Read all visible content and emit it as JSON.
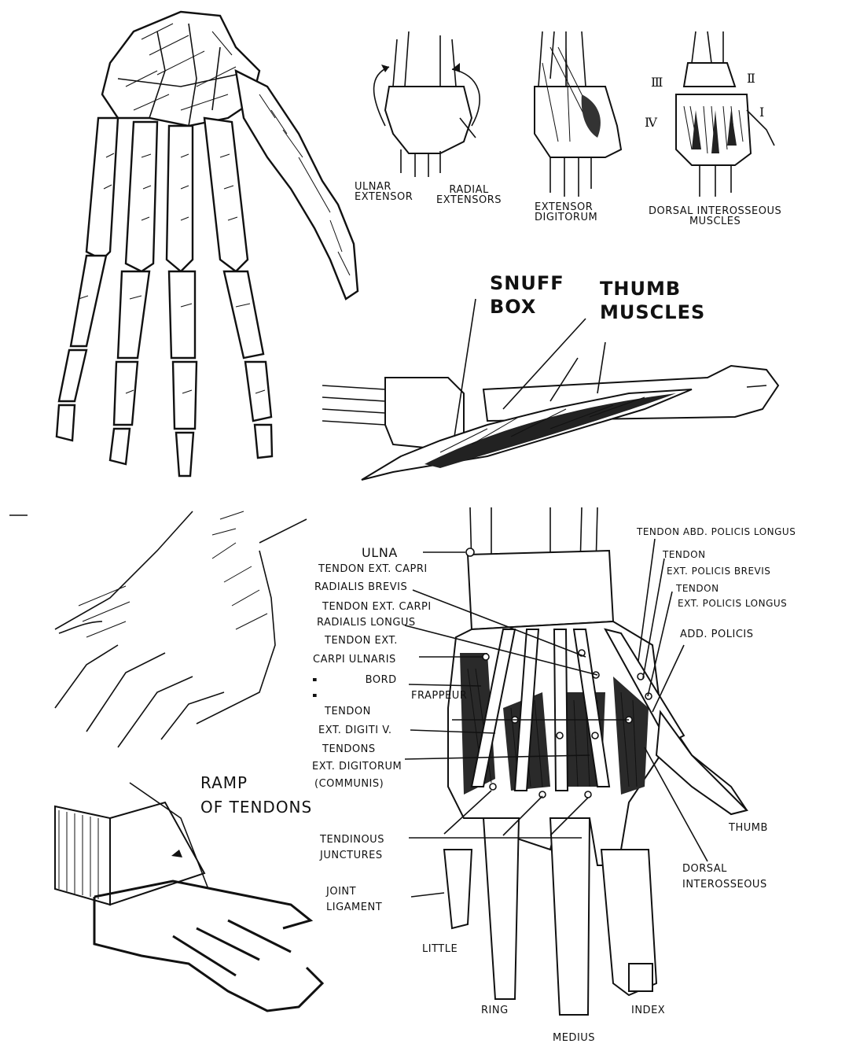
{
  "labels": {
    "ulnar_extensor": "Ulnar\nExtensor",
    "radial_extensors": "Radial\nExtensors",
    "extensor_digitorum": "Extensor\nDigitorum",
    "dorsal_interosseous_muscles": "Dorsal Interosseous\nMuscles",
    "roman_III": "Ⅲ",
    "roman_II": "Ⅱ",
    "roman_IV": "Ⅳ",
    "roman_I": "Ⅰ",
    "snuff_box": "Snuff\nBox",
    "thumb_muscles": "Thumb\nMuscles",
    "ulna": "Ulna",
    "tendon_ext_carpi_radialis_brevis_1": "Tendon Ext. Capri",
    "tendon_ext_carpi_radialis_brevis_2": "Radialis Brevis",
    "tendon_ext_carpi_radialis_longus_1": "Tendon Ext. Carpi",
    "tendon_ext_carpi_radialis_longus_2": "Radialis Longus",
    "tendon_ext_carpi_ulnaris_1": "Tendon Ext.",
    "tendon_ext_carpi_ulnaris_2": "Carpi Ulnaris",
    "bord": "Bord",
    "frappeur": "Frappeur",
    "tendon_ext_digiti_v_1": "Tendon",
    "tendon_ext_digiti_v_2": "Ext. Digiti V.",
    "tendons_ext_digitorum_1": "Tendons",
    "tendons_ext_digitorum_2": "Ext. Digitorum",
    "tendons_ext_digitorum_3": "(Communis)",
    "tendinous_junctures": "Tendinous\nJunctures",
    "joint_ligament": "Joint\nLigament",
    "little": "Little",
    "ring": "Ring",
    "medius": "Medius",
    "index": "Index",
    "thumb": "Thumb",
    "dorsal_interosseous": "Dorsal\nInterosseous",
    "tendon_abd_policis_longus": "Tendon Abd. Policis Longus",
    "tendon_ext_policis_brevis_1": "Tendon",
    "tendon_ext_policis_brevis_2": "Ext. Policis Brevis",
    "tendon_ext_policis_longus_1": "Tendon",
    "tendon_ext_policis_longus_2": "Ext. Policis Longus",
    "add_policis": "Add. Policis",
    "ramp_of_tendons": "Ramp\nof Tendons"
  }
}
